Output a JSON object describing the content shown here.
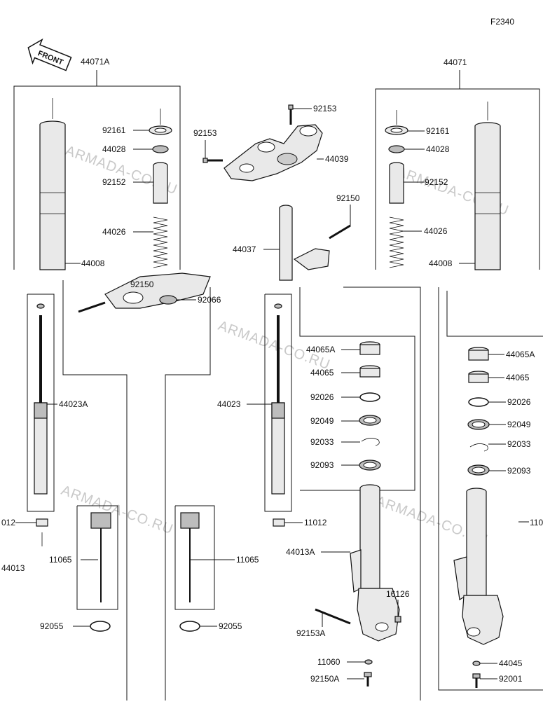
{
  "diagram_code": "F2340",
  "front_label": "FRONT",
  "watermark": "ARMADA-CO.RU",
  "labels": {
    "p44071A": "44071A",
    "p44071": "44071",
    "p92161_l": "92161",
    "p92161_r": "92161",
    "p44028_l": "44028",
    "p44028_r": "44028",
    "p92152_l": "92152",
    "p92152_r": "92152",
    "p44026_l": "44026",
    "p44026_r": "44026",
    "p44008_l": "44008",
    "p44008_r": "44008",
    "p92153_top": "92153",
    "p92153_left": "92153",
    "p44039": "44039",
    "p92150_top": "92150",
    "p92150_mid": "92150",
    "p44037": "44037",
    "p92066": "92066",
    "p44023A": "44023A",
    "p44023": "44023",
    "p11012_l": "012",
    "p11012_r": "11012",
    "p44013": "44013",
    "p11065_l": "11065",
    "p11065_r": "11065",
    "p92055_l": "92055",
    "p92055_r": "92055",
    "p44065A_l": "44065A",
    "p44065A_r": "44065A",
    "p44065_l": "44065",
    "p44065_r": "44065",
    "p92026_l": "92026",
    "p92026_r": "92026",
    "p92049_l": "92049",
    "p92049_r": "92049",
    "p92033_l": "92033",
    "p92033_r": "92033",
    "p92093_l": "92093",
    "p92093_r": "92093",
    "p44013A": "44013A",
    "p110_r": "110",
    "p16126": "16126",
    "p92153A": "92153A",
    "p11060": "11060",
    "p92150A": "92150A",
    "p44045": "44045",
    "p92001": "92001"
  }
}
